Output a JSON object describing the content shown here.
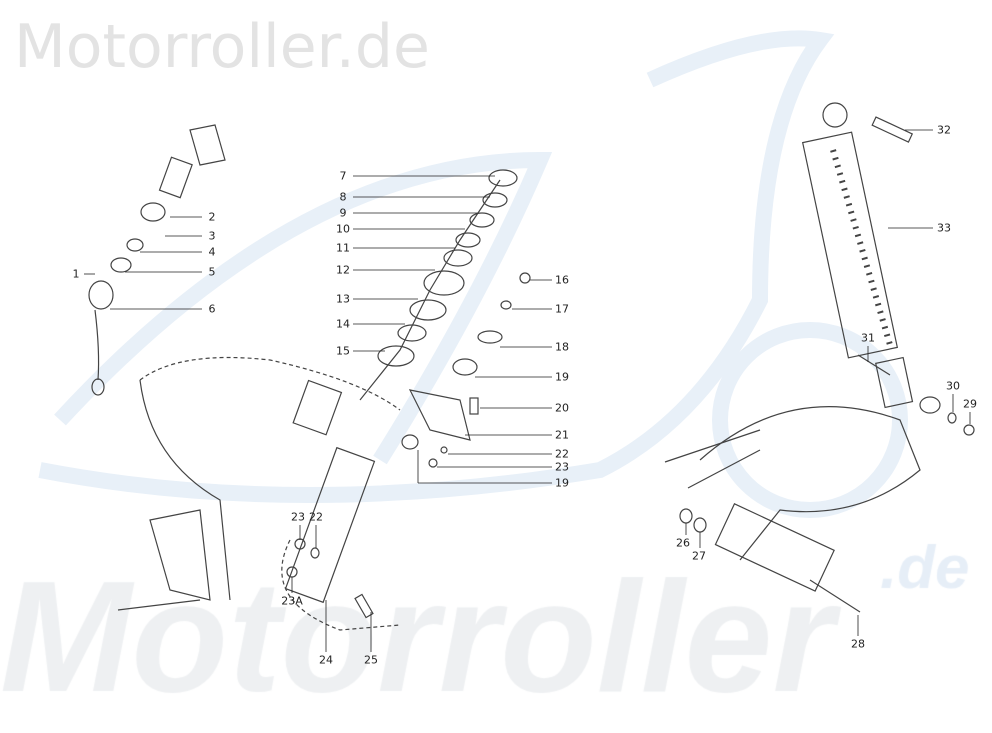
{
  "watermark": {
    "top": "Motorroller.de",
    "bottom": "Motorroller",
    "bottom_suffix": ".de"
  },
  "labels": [
    {
      "id": "p1",
      "text": "1"
    },
    {
      "id": "p2",
      "text": "2"
    },
    {
      "id": "p3",
      "text": "3"
    },
    {
      "id": "p4",
      "text": "4"
    },
    {
      "id": "p5",
      "text": "5"
    },
    {
      "id": "p6",
      "text": "6"
    },
    {
      "id": "p7",
      "text": "7"
    },
    {
      "id": "p8",
      "text": "8"
    },
    {
      "id": "p9",
      "text": "9"
    },
    {
      "id": "p10",
      "text": "10"
    },
    {
      "id": "p11",
      "text": "11"
    },
    {
      "id": "p12",
      "text": "12"
    },
    {
      "id": "p13",
      "text": "13"
    },
    {
      "id": "p14",
      "text": "14"
    },
    {
      "id": "p15",
      "text": "15"
    },
    {
      "id": "p16",
      "text": "16"
    },
    {
      "id": "p17",
      "text": "17"
    },
    {
      "id": "p18",
      "text": "18"
    },
    {
      "id": "p19",
      "text": "19"
    },
    {
      "id": "p20",
      "text": "20"
    },
    {
      "id": "p21",
      "text": "21"
    },
    {
      "id": "p22",
      "text": "22"
    },
    {
      "id": "p23",
      "text": "23"
    },
    {
      "id": "p19b",
      "text": "19"
    },
    {
      "id": "p23l",
      "text": "23"
    },
    {
      "id": "p22l",
      "text": "22"
    },
    {
      "id": "p23A",
      "text": "23A"
    },
    {
      "id": "p24",
      "text": "24"
    },
    {
      "id": "p25",
      "text": "25"
    },
    {
      "id": "p26",
      "text": "26"
    },
    {
      "id": "p27",
      "text": "27"
    },
    {
      "id": "p28",
      "text": "28"
    },
    {
      "id": "p29",
      "text": "29"
    },
    {
      "id": "p30",
      "text": "30"
    },
    {
      "id": "p31",
      "text": "31"
    },
    {
      "id": "p32",
      "text": "32"
    },
    {
      "id": "p33",
      "text": "33"
    }
  ]
}
